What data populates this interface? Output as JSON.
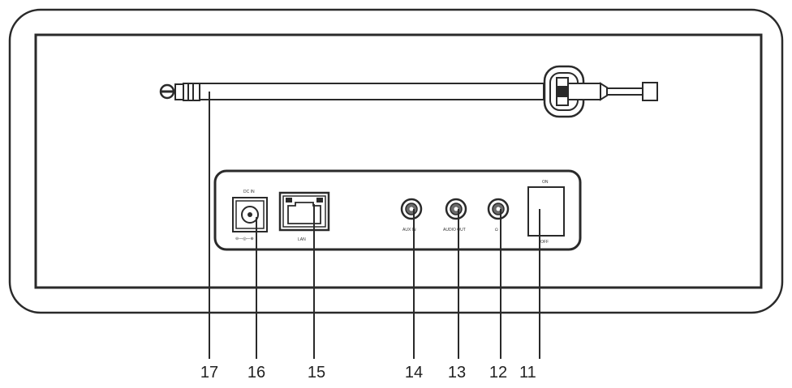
{
  "panel": {
    "dc_label": "DC IN",
    "dc_polarity_label": "⊖—◎—⊕",
    "lan_label": "LAN",
    "aux_in_label": "AUX IN",
    "audio_out_label": "AUDIO OUT",
    "headphone_symbol": "Ω",
    "switch_on_label": "ON",
    "switch_off_label": "OFF"
  },
  "callouts": {
    "antenna": "17",
    "dc_in": "16",
    "lan": "15",
    "aux_in": "14",
    "audio_out": "13",
    "headphone": "12",
    "power_switch": "11"
  },
  "colors": {
    "line": "#2a2a2a",
    "jack_fill": "#6a6a6a",
    "background": "#ffffff"
  },
  "icons": {
    "antenna": "telescopic-antenna-icon",
    "dc_jack": "dc-jack-icon",
    "lan_port": "ethernet-port-icon",
    "audio_jack": "audio-jack-icon",
    "switch": "rocker-switch-icon"
  }
}
